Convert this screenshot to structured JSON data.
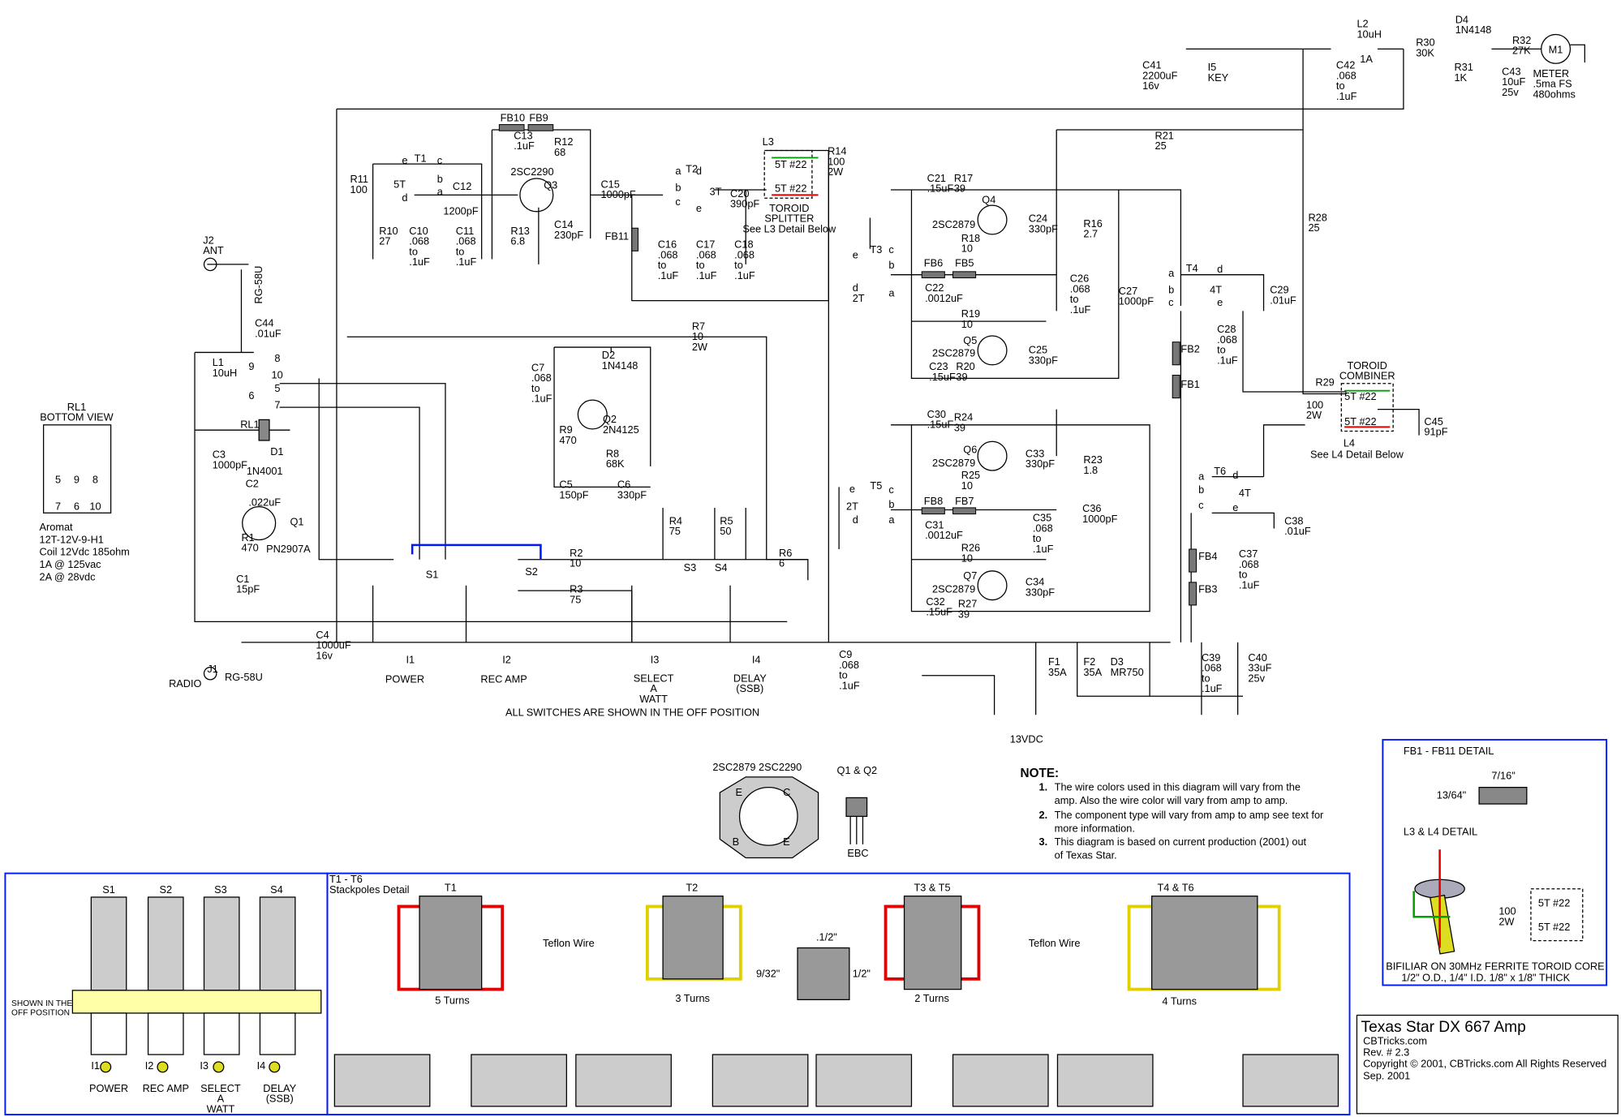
{
  "components": {
    "C41": [
      "C41",
      "2200uF",
      "16v"
    ],
    "I5": [
      "I5",
      "KEY"
    ],
    "L2": [
      "L2",
      "10uH"
    ],
    "L2b": [
      "1A"
    ],
    "C42": [
      "C42",
      ".068",
      "to",
      ".1uF"
    ],
    "R30": [
      "R30",
      "30K"
    ],
    "D4": [
      "D4",
      "1N4148"
    ],
    "R31": [
      "R31",
      "1K"
    ],
    "C43": [
      "C43",
      "10uF",
      "25v"
    ],
    "R32": [
      "R32",
      "27K"
    ],
    "M1": [
      "M1"
    ],
    "METER": [
      "METER",
      ".5ma FS",
      "480ohms"
    ],
    "FB10": [
      "FB10"
    ],
    "FB9": [
      "FB9"
    ],
    "C13": [
      "C13",
      ".1uF"
    ],
    "R12": [
      "R12",
      "68"
    ],
    "Q3": [
      "2SC2290"
    ],
    "Q3n": [
      "Q3"
    ],
    "R11": [
      "R11",
      "100"
    ],
    "T1": [
      "T1"
    ],
    "T1e": [
      "e"
    ],
    "T1c": [
      "c"
    ],
    "T1n": [
      "5T"
    ],
    "T1b": [
      "b"
    ],
    "T1d": [
      "d"
    ],
    "T1a": [
      "a"
    ],
    "C12": [
      "C12"
    ],
    "C12v": [
      "1200pF"
    ],
    "R10": [
      "R10",
      "27"
    ],
    "C10": [
      "C10",
      ".068",
      "to",
      ".1uF"
    ],
    "C11": [
      "C11",
      ".068",
      "to",
      ".1uF"
    ],
    "R13": [
      "R13",
      "6.8"
    ],
    "C14": [
      "C14",
      "230pF"
    ],
    "C15": [
      "C15",
      "1000pF"
    ],
    "T2": [
      "T2"
    ],
    "T2a": [
      "a"
    ],
    "T2d": [
      "d"
    ],
    "T2n": [
      "3T"
    ],
    "T2b": [
      "b"
    ],
    "T2c": [
      "c"
    ],
    "T2e": [
      "e"
    ],
    "C20": [
      "C20",
      "390pF"
    ],
    "L3": [
      "L3"
    ],
    "L3a": [
      "5T #22"
    ],
    "L3b": [
      "5T #22"
    ],
    "L3c": [
      "TOROID",
      "SPLITTER",
      "See L3 Detail Below"
    ],
    "R14": [
      "R14",
      "100",
      "2W"
    ],
    "FB11": [
      "FB11"
    ],
    "C16": [
      "C16",
      ".068",
      "to",
      ".1uF"
    ],
    "C17": [
      "C17",
      ".068",
      "to",
      ".1uF"
    ],
    "C18": [
      "C18",
      ".068",
      "to",
      ".1uF"
    ],
    "R21": [
      "R21",
      "25"
    ],
    "C21": [
      "C21",
      ".15uF"
    ],
    "R17": [
      "R17",
      "39"
    ],
    "Q4": [
      "Q4"
    ],
    "Q4t": [
      "2SC2879"
    ],
    "C24": [
      "C24",
      "330pF"
    ],
    "R16": [
      "R16",
      "2.7"
    ],
    "R18": [
      "R18",
      "10"
    ],
    "T3": [
      "T3"
    ],
    "T3e": [
      "e"
    ],
    "T3c": [
      "c"
    ],
    "T3b": [
      "b"
    ],
    "T3d": [
      "d"
    ],
    "T3a": [
      "a"
    ],
    "T3n": [
      "2T"
    ],
    "FB6": [
      "FB6"
    ],
    "FB5": [
      "FB5"
    ],
    "C22": [
      "C22",
      ".0012uF"
    ],
    "C26": [
      "C26",
      ".068",
      "to",
      ".1uF"
    ],
    "C27": [
      "C27",
      "1000pF"
    ],
    "R28": [
      "R28",
      "25"
    ],
    "T4": [
      "T4"
    ],
    "T4d": [
      "d"
    ],
    "T4a": [
      "a"
    ],
    "T4n": [
      "4T"
    ],
    "T4b": [
      "b"
    ],
    "T4c": [
      "c"
    ],
    "T4e": [
      "e"
    ],
    "C29": [
      "C29",
      ".01uF"
    ],
    "R19": [
      "R19",
      "10"
    ],
    "Q5": [
      "Q5"
    ],
    "Q5t": [
      "2SC2879"
    ],
    "C25": [
      "C25",
      "330pF"
    ],
    "C23": [
      "C23",
      ".15uF"
    ],
    "R20": [
      "R20",
      "39"
    ],
    "FB2": [
      "FB2"
    ],
    "FB1": [
      "FB1"
    ],
    "C28": [
      "C28",
      ".068",
      "to",
      ".1uF"
    ],
    "R29": [
      "R29"
    ],
    "R29v": [
      "100",
      "2W"
    ],
    "L4t": [
      "TOROID",
      "COMBINER"
    ],
    "L4a": [
      "5T #22"
    ],
    "L4b": [
      "5T #22"
    ],
    "L4": [
      "L4"
    ],
    "L4c": [
      "See L4 Detail Below"
    ],
    "C45": [
      "C45",
      "91pF"
    ],
    "C30": [
      "C30",
      ".15uF"
    ],
    "R24": [
      "R24",
      "39"
    ],
    "Q6": [
      "Q6"
    ],
    "Q6t": [
      "2SC2879"
    ],
    "C33": [
      "C33",
      "330pF"
    ],
    "R23": [
      "R23",
      "1.8"
    ],
    "R25": [
      "R25",
      "10"
    ],
    "T5": [
      "T5"
    ],
    "T5e": [
      "e"
    ],
    "T5c": [
      "c"
    ],
    "T5n": [
      "2T"
    ],
    "T5b": [
      "b"
    ],
    "T5d": [
      "d"
    ],
    "T5a": [
      "a"
    ],
    "FB8": [
      "FB8"
    ],
    "FB7": [
      "FB7"
    ],
    "C31": [
      "C31",
      ".0012uF"
    ],
    "C35": [
      "C35",
      ".068",
      "to",
      ".1uF"
    ],
    "C36": [
      "C36",
      "1000pF"
    ],
    "T6": [
      "T6"
    ],
    "T6d": [
      "d"
    ],
    "T6a": [
      "a"
    ],
    "T6n": [
      "4T"
    ],
    "T6b": [
      "b"
    ],
    "T6c": [
      "c"
    ],
    "T6e": [
      "e"
    ],
    "C38": [
      "C38",
      ".01uF"
    ],
    "FB4": [
      "FB4"
    ],
    "FB3": [
      "FB3"
    ],
    "C37": [
      "C37",
      ".068",
      "to",
      ".1uF"
    ],
    "R26": [
      "R26",
      "10"
    ],
    "Q7": [
      "Q7"
    ],
    "Q7t": [
      "2SC2879"
    ],
    "C34": [
      "C34",
      "330pF"
    ],
    "C32": [
      "C32",
      ".15uF"
    ],
    "R27": [
      "R27",
      "39"
    ],
    "C9": [
      "C9",
      ".068",
      "to",
      ".1uF"
    ],
    "F1": [
      "F1",
      "35A"
    ],
    "F2": [
      "F2",
      "35A"
    ],
    "D3": [
      "D3",
      "MR750"
    ],
    "C39": [
      "C39",
      ".068",
      "to",
      ".1uF"
    ],
    "C40": [
      "C40",
      "33uF",
      "25v"
    ],
    "VDC": [
      "13VDC"
    ],
    "J2": [
      "J2",
      "ANT"
    ],
    "C44": [
      "C44",
      ".01uF"
    ],
    "L1": [
      "L1",
      "10uH"
    ],
    "P8": [
      "8"
    ],
    "P9": [
      "9"
    ],
    "P10": [
      "10"
    ],
    "P5": [
      "5"
    ],
    "P6": [
      "6"
    ],
    "P7": [
      "7"
    ],
    "RL1": [
      "RL1"
    ],
    "D1": [
      "D1"
    ],
    "C3": [
      "C3",
      "1000pF"
    ],
    "D1t": [
      "1N4001"
    ],
    "C2": [
      "C2"
    ],
    "C2v": [
      ".022uF"
    ],
    "Q1": [
      "Q1"
    ],
    "R1": [
      "R1",
      "470"
    ],
    "Q1t": [
      "PN2907A"
    ],
    "C1": [
      "C1",
      "15pF"
    ],
    "C4": [
      "C4",
      "1000uF",
      "16v"
    ],
    "J1": [
      "J1"
    ],
    "RADIO": [
      "RADIO"
    ],
    "RG58b": [
      "RG-58U"
    ],
    "C7": [
      "C7",
      ".068",
      "to",
      ".1uF"
    ],
    "D2": [
      "D2",
      "1N4148"
    ],
    "R7": [
      "R7",
      "10",
      "2W"
    ],
    "Q2": [
      "Q2",
      "2N4125"
    ],
    "R9": [
      "R9",
      "470"
    ],
    "R8": [
      "R8",
      "68K"
    ],
    "C5": [
      "C5",
      "150pF"
    ],
    "C6": [
      "C6",
      "330pF"
    ],
    "R4": [
      "R4",
      "75"
    ],
    "R5": [
      "R5",
      "50"
    ],
    "R2": [
      "R2",
      "10"
    ],
    "R3": [
      "R3",
      "75"
    ],
    "R6": [
      "R6",
      "6"
    ],
    "S1": [
      "S1"
    ],
    "S2": [
      "S2"
    ],
    "S3": [
      "S3"
    ],
    "S4": [
      "S4"
    ],
    "I1": [
      "I1"
    ],
    "I2": [
      "I2"
    ],
    "I3": [
      "I3"
    ],
    "I4": [
      "I4"
    ],
    "POWER": [
      "POWER"
    ],
    "RECAMP": [
      "REC AMP"
    ],
    "SAW": [
      "SELECT",
      "A",
      "WATT"
    ],
    "DELAY": [
      "DELAY",
      "(SSB)"
    ]
  },
  "rg58_top": "RG-58U",
  "switch_note": "ALL SWITCHES ARE SHOWN IN THE OFF POSITION",
  "relay_info": {
    "title": [
      "RL1",
      "BOTTOM VIEW"
    ],
    "pins_top": [
      "5",
      "9",
      "8"
    ],
    "pins_bottom": [
      "7",
      "6",
      "10"
    ],
    "specs": [
      "Aromat",
      "12T-12V-9-H1",
      "Coil 12Vdc  185ohm",
      "1A @ 125vac",
      "2A @ 28vdc"
    ]
  },
  "packages": {
    "label_1": "2SC2879  2SC2290",
    "pins": [
      "E",
      "C",
      "B",
      "E"
    ],
    "label_2": "Q1 & Q2",
    "to92_pins": "EBC"
  },
  "note": {
    "heading": "NOTE:",
    "items": [
      {
        "num": "1.",
        "lines": [
          "The wire colors used in this diagram will vary from the",
          "amp. Also the wire color will vary from amp to amp."
        ]
      },
      {
        "num": "2.",
        "lines": [
          "The component type will vary from amp to amp see text for",
          "more information."
        ]
      },
      {
        "num": "3.",
        "lines": [
          "This diagram is based on current production (2001) out",
          "of Texas Star."
        ]
      }
    ]
  },
  "fb_detail": {
    "title": "FB1 - FB11 DETAIL",
    "length": "7/16\"",
    "width": "13/64\"",
    "l_title": "L3 & L4 DETAIL",
    "r_value": [
      "100",
      "2W"
    ],
    "winding_1": "5T #22",
    "winding_2": "5T #22",
    "caption": [
      "BIFILIAR ON 30MHz FERRITE TOROID CORE",
      "1/2\" O.D., 1/4\" I.D. 1/8\" x 1/8\" THICK"
    ]
  },
  "title_block": {
    "title": "Texas Star DX 667 Amp",
    "lines": [
      "CBTricks.com",
      "Rev. # 2.3",
      "Copyright © 2001, CBTricks.com All Rights Reserved",
      "Sep. 2001"
    ]
  },
  "switch_detail": {
    "headers": [
      "S1",
      "S2",
      "S3",
      "S4"
    ],
    "shown": [
      "SHOWN IN THE",
      "OFF POSITION"
    ],
    "lamps": [
      "I1",
      "I2",
      "I3",
      "I4"
    ],
    "labels": [
      [
        "POWER"
      ],
      [
        "REC AMP"
      ],
      [
        "SELECT",
        "A",
        "WATT"
      ],
      [
        "DELAY",
        "(SSB)"
      ]
    ]
  },
  "stackpole": {
    "title": [
      "T1 - T6",
      "Stackpoles Detail"
    ],
    "headers": [
      "T1",
      "T2",
      "T3 & T5",
      "T4 & T6"
    ],
    "teflon": "Teflon Wire",
    "turns": [
      "5 Turns",
      "3 Turns",
      "2 Turns",
      "4 Turns"
    ],
    "dims": {
      "top": ".1/2\"",
      "left": "9/32\"",
      "right": "1/2\""
    },
    "pin_letters": [
      "a",
      "b",
      "c",
      "d",
      "e"
    ]
  },
  "colors": {
    "accent_box": "#0018ff",
    "wire_red": "#e00000",
    "wire_green": "#00a000",
    "wire_yellow": "#f0e000",
    "ferrite": "#999999"
  }
}
